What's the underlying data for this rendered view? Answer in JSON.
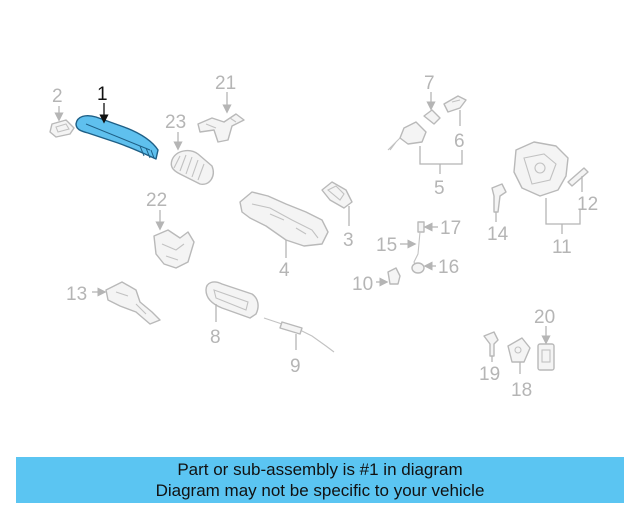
{
  "callouts": {
    "c1": "1",
    "c2": "2",
    "c3": "3",
    "c4": "4",
    "c5": "5",
    "c6": "6",
    "c7": "7",
    "c8": "8",
    "c9": "9",
    "c10": "10",
    "c11": "11",
    "c12": "12",
    "c13": "13",
    "c14": "14",
    "c15": "15",
    "c16": "16",
    "c17": "17",
    "c18": "18",
    "c19": "19",
    "c20": "20",
    "c21": "21",
    "c22": "22",
    "c23": "23"
  },
  "highlighted_part": "1",
  "colors": {
    "highlight_fill": "#5fc0ee",
    "caption_bg": "#5bc5f2",
    "line_gray": "#b5b5b5"
  },
  "caption": {
    "line1": "Part or sub-assembly is #1 in diagram",
    "line2": "Diagram may not be specific to your vehicle"
  }
}
